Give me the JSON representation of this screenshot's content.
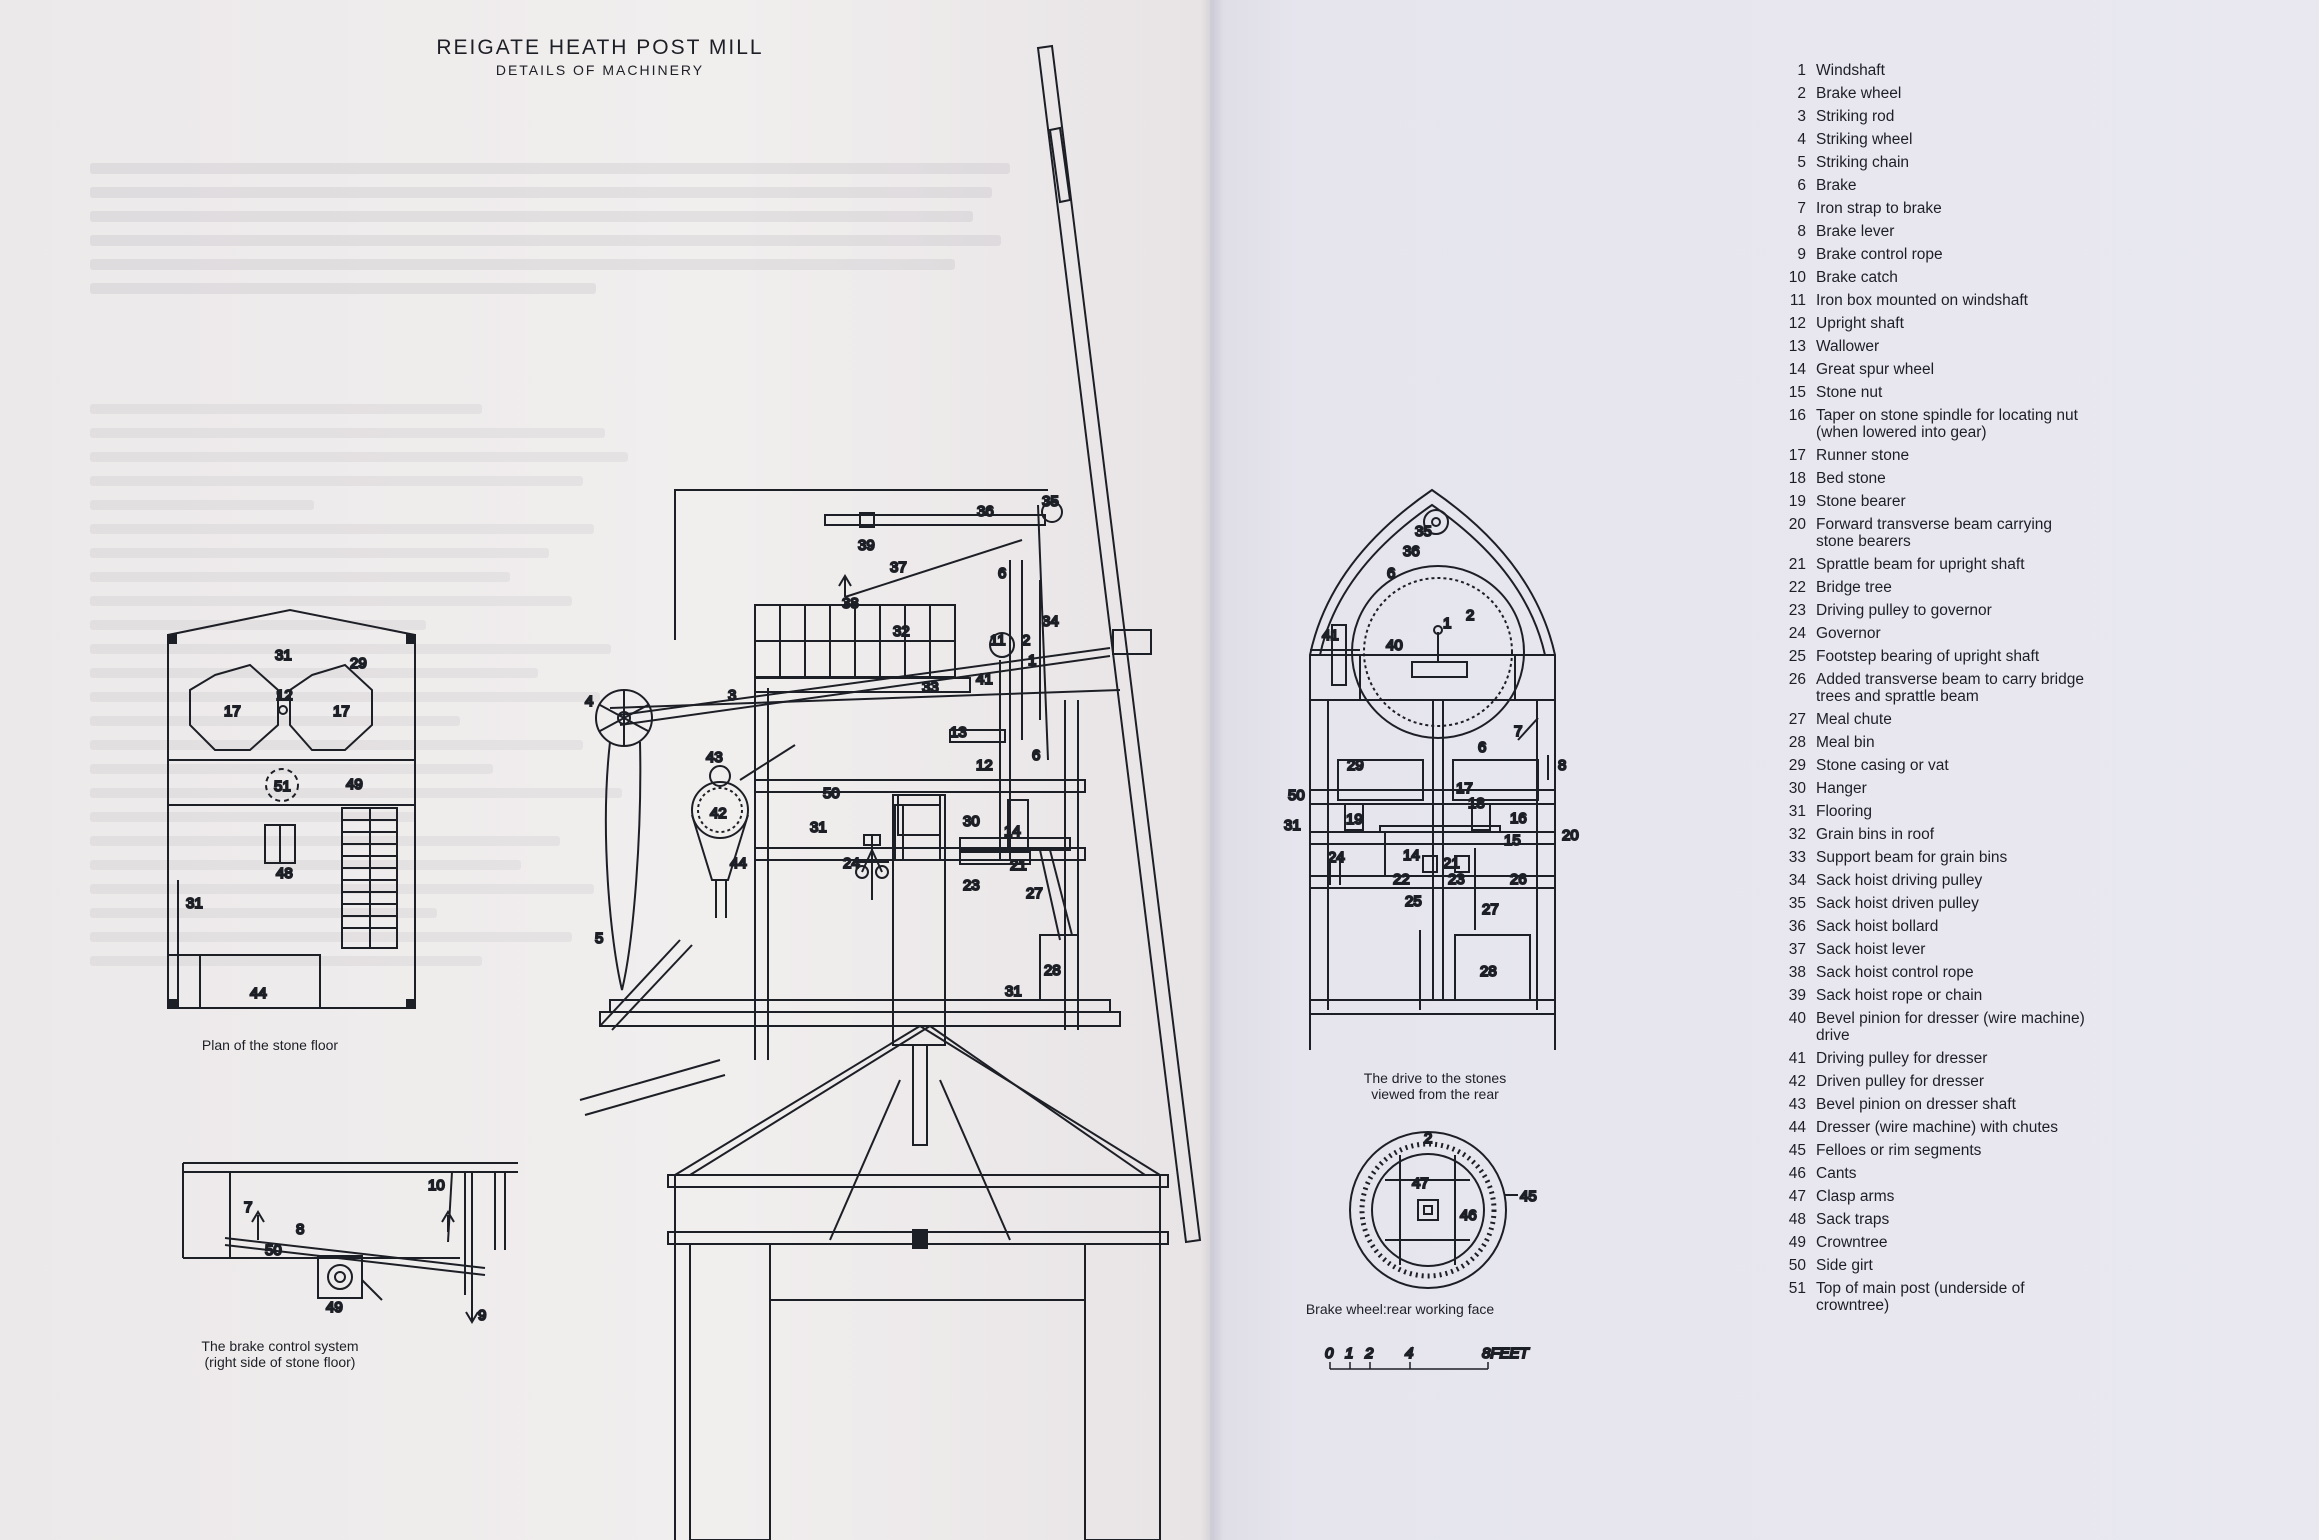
{
  "header": {
    "title": "REIGATE HEATH POST MILL",
    "subtitle": "DETAILS OF MACHINERY"
  },
  "captions": {
    "stone_floor_plan": "Plan of the stone floor",
    "brake_control_line1": "The brake control system",
    "brake_control_line2": "(right side of stone floor)",
    "drive_line1": "The drive to the stones",
    "drive_line2": "viewed from the rear",
    "brake_wheel": "Brake wheel:rear working face"
  },
  "scale": {
    "ticks": [
      "0",
      "1",
      "2",
      "4",
      "8FEET"
    ]
  },
  "legend": [
    {
      "n": "1",
      "label": "Windshaft"
    },
    {
      "n": "2",
      "label": "Brake wheel"
    },
    {
      "n": "3",
      "label": "Striking rod"
    },
    {
      "n": "4",
      "label": "Striking wheel"
    },
    {
      "n": "5",
      "label": "Striking chain"
    },
    {
      "n": "6",
      "label": "Brake"
    },
    {
      "n": "7",
      "label": "Iron strap to brake"
    },
    {
      "n": "8",
      "label": "Brake lever"
    },
    {
      "n": "9",
      "label": "Brake control rope"
    },
    {
      "n": "10",
      "label": "Brake catch"
    },
    {
      "n": "11",
      "label": "Iron box mounted on windshaft"
    },
    {
      "n": "12",
      "label": "Upright shaft"
    },
    {
      "n": "13",
      "label": "Wallower"
    },
    {
      "n": "14",
      "label": "Great spur wheel"
    },
    {
      "n": "15",
      "label": "Stone nut"
    },
    {
      "n": "16",
      "label": "Taper on stone spindle for locating nut (when lowered into gear)"
    },
    {
      "n": "17",
      "label": "Runner stone"
    },
    {
      "n": "18",
      "label": "Bed stone"
    },
    {
      "n": "19",
      "label": "Stone bearer"
    },
    {
      "n": "20",
      "label": "Forward transverse beam carrying stone bearers"
    },
    {
      "n": "21",
      "label": "Sprattle beam for upright shaft"
    },
    {
      "n": "22",
      "label": "Bridge tree"
    },
    {
      "n": "23",
      "label": "Driving pulley to governor"
    },
    {
      "n": "24",
      "label": "Governor"
    },
    {
      "n": "25",
      "label": "Footstep bearing of upright shaft"
    },
    {
      "n": "26",
      "label": "Added transverse beam to carry bridge trees and sprattle beam"
    },
    {
      "n": "27",
      "label": "Meal chute"
    },
    {
      "n": "28",
      "label": "Meal bin"
    },
    {
      "n": "29",
      "label": "Stone casing or vat"
    },
    {
      "n": "30",
      "label": "Hanger"
    },
    {
      "n": "31",
      "label": "Flooring"
    },
    {
      "n": "32",
      "label": "Grain bins in roof"
    },
    {
      "n": "33",
      "label": "Support beam for grain bins"
    },
    {
      "n": "34",
      "label": "Sack hoist driving pulley"
    },
    {
      "n": "35",
      "label": "Sack hoist driven pulley"
    },
    {
      "n": "36",
      "label": "Sack hoist bollard"
    },
    {
      "n": "37",
      "label": "Sack hoist lever"
    },
    {
      "n": "38",
      "label": "Sack hoist control rope"
    },
    {
      "n": "39",
      "label": "Sack hoist rope or chain"
    },
    {
      "n": "40",
      "label": "Bevel pinion for dresser (wire machine) drive"
    },
    {
      "n": "41",
      "label": "Driving pulley for dresser"
    },
    {
      "n": "42",
      "label": "Driven pulley for dresser"
    },
    {
      "n": "43",
      "label": "Bevel pinion on dresser shaft"
    },
    {
      "n": "44",
      "label": "Dresser (wire machine) with chutes"
    },
    {
      "n": "45",
      "label": "Felloes or rim segments"
    },
    {
      "n": "46",
      "label": "Cants"
    },
    {
      "n": "47",
      "label": "Clasp arms"
    },
    {
      "n": "48",
      "label": "Sack traps"
    },
    {
      "n": "49",
      "label": "Crowntree"
    },
    {
      "n": "50",
      "label": "Side girt"
    },
    {
      "n": "51",
      "label": "Top of main post (underside of crowntree)"
    }
  ],
  "callouts": {
    "plan": [
      "31",
      "29",
      "17",
      "12",
      "17",
      "51",
      "49",
      "48",
      "31",
      "44"
    ],
    "brake": [
      "7",
      "8",
      "50",
      "49",
      "10",
      "9"
    ],
    "side": [
      "36",
      "35",
      "39",
      "37",
      "38",
      "32",
      "6",
      "34",
      "11",
      "2",
      "1",
      "41",
      "33",
      "3",
      "4",
      "13",
      "6",
      "43",
      "12",
      "42",
      "50",
      "31",
      "30",
      "14",
      "44",
      "24",
      "23",
      "21",
      "27",
      "5",
      "28",
      "31"
    ],
    "rear": [
      "35",
      "36",
      "6",
      "41",
      "40",
      "1",
      "2",
      "6",
      "7",
      "50",
      "29",
      "17",
      "18",
      "8",
      "31",
      "19",
      "15",
      "16",
      "20",
      "24",
      "22",
      "14",
      "21",
      "23",
      "26",
      "25",
      "27",
      "28"
    ],
    "wheel": [
      "2",
      "47",
      "46",
      "45"
    ]
  }
}
